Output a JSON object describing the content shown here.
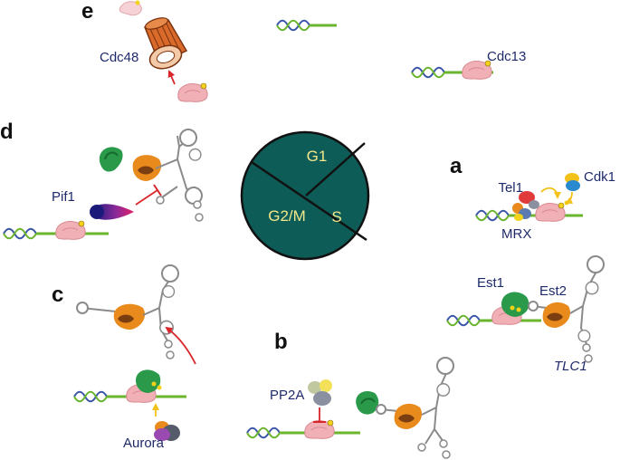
{
  "panels": {
    "a": "a",
    "b": "b",
    "c": "c",
    "d": "d",
    "e": "e"
  },
  "cell_cycle": {
    "g1": "G1",
    "s": "S",
    "g2m": "G2/M"
  },
  "proteins": {
    "cdc48": "Cdc48",
    "cdc13": "Cdc13",
    "pif1": "Pif1",
    "tel1": "Tel1",
    "cdk1": "Cdk1",
    "mrx": "MRX",
    "est1": "Est1",
    "est2": "Est2",
    "tlc1": "TLC1",
    "pp2a": "PP2A",
    "aurora": "Aurora"
  },
  "colors": {
    "circle": "#0e5c57",
    "phase_text": "#f3e88a",
    "dna_green": "#6ab42e",
    "dna_strand": "#3b56a8",
    "cdc13_pink": "#f0b0b6",
    "est1_green": "#2a9a4a",
    "est2_orange": "#e98a1c",
    "arrow_red": "#d9262b",
    "arrow_yellow": "#f2c21a",
    "cdc48_orange": "#d96a2a",
    "label_navy": "#1f2a6b"
  }
}
